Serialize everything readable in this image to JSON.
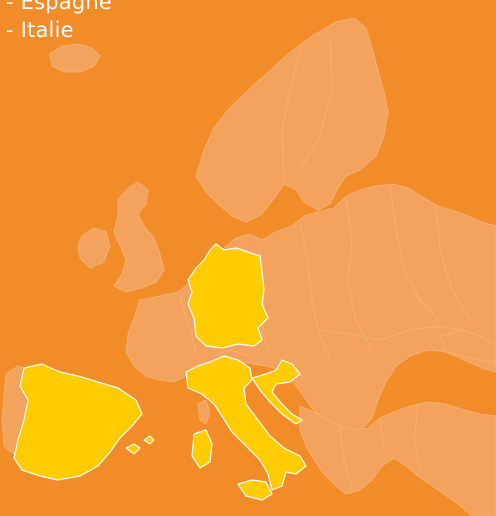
{
  "legend": {
    "items": [
      {
        "label": "- Espagne"
      },
      {
        "label": "- Italie"
      }
    ]
  },
  "colors": {
    "background": "#F28C28",
    "land": "#F4A35E",
    "highlight": "#FFCC00",
    "borders": "#F6B67C",
    "text": "#FFFFFF"
  },
  "map": {
    "highlighted_regions": [
      {
        "id": "germany"
      },
      {
        "id": "spain"
      },
      {
        "id": "italy"
      },
      {
        "id": "croatia"
      }
    ]
  }
}
